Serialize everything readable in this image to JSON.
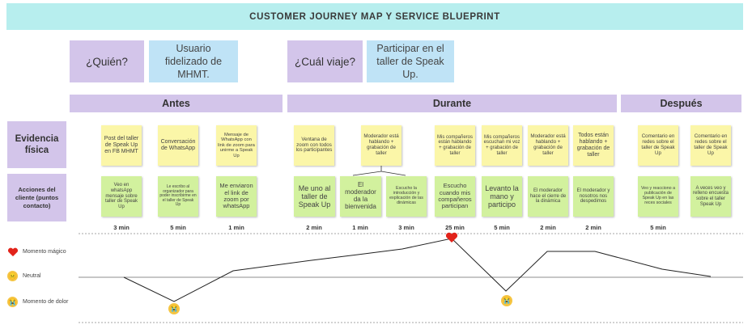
{
  "title": "CUSTOMER JOURNEY MAP  Y SERVICE BLUEPRINT",
  "who_label": "¿Quién?",
  "who_value": "Usuario fidelizado de MHMT.",
  "journey_label": "¿Cuál viaje?",
  "journey_value": "Participar en el taller de Speak Up.",
  "phases": {
    "before": "Antes",
    "during": "Durante",
    "after": "Después"
  },
  "rows": {
    "evidence": "Evidencia física",
    "actions": "Acciones del cliente (puntos contacto)"
  },
  "evidence": [
    "Post del taller de Speak Up en FB MHMT",
    "Conversación de WhatsApp",
    "Mensaje de WhatsApp con link de zoom para unirme a Speak Up",
    "Ventana de zoom con todos los participantes",
    "Moderador está hablando + grabación de taller",
    "Mis compañeros están hablando + grabación de taller",
    "Mis compañeros escuchan mi voz + grabación de taller",
    "Moderador está hablando + grabación de taller",
    "Todos están hablando + grabación de taller",
    "Comentario en redes sobre el taller de Speak Up",
    "Comentario en redes sobre el taller de Speak Up"
  ],
  "actions": [
    "Veo en whatsApp mensaje sobre taller de Speak Up",
    "Le escribo al organizador para poder inscribirme en el taller de Speak Up",
    "Me enviaron el link de zoom por whatsApp",
    "Me uno al taller de Speak Up",
    "El moderador da la bienvenida",
    "Escucho la introducción y explicación de las dinámicas",
    "Escucho cuando mis compañeros participan",
    "Levanto la mano y participo",
    "El moderador hace el cierre de la dinámica",
    "El moderador y nosotros nos despedimos",
    "Veo y reacciono a publicación de Speak Up en las reces sociales",
    "A veces veo y relleno encuesta sobre el taller Speak Up"
  ],
  "times": [
    "3 min",
    "5 min",
    "1 min",
    "2 min",
    "1 min",
    "3 min",
    "25 min",
    "5 min",
    "2 min",
    "2 min",
    "5 min"
  ],
  "legend": {
    "magic": "Momento mágico",
    "neutral": "Neutral",
    "pain": "Momento de dolor"
  },
  "colors": {
    "title": "#b7eeee",
    "lavender": "#d3c5ea",
    "blue": "#bfe3f6",
    "yellow_note": "#fbf6a8",
    "green_note": "#d2f19e",
    "heart": "#e2231a",
    "emoji": "#f5c542"
  },
  "icons": {
    "magic": "heart-icon",
    "neutral": "neutral-face-icon",
    "pain": "crying-face-icon"
  }
}
